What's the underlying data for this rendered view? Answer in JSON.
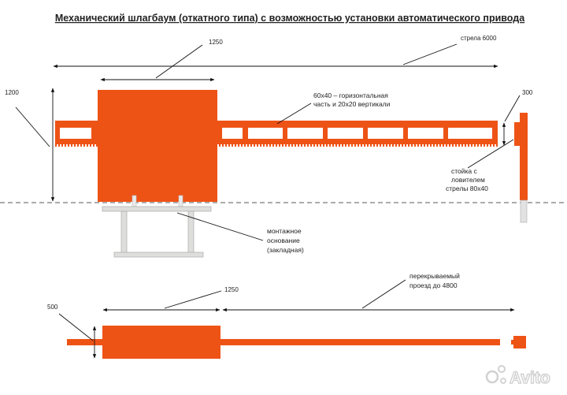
{
  "title": "Механический шлагбаум (откатного типа) с возможностью установки автоматического привода",
  "dimensions": {
    "top_box_width": "1250",
    "boom_length": "стрела 6000",
    "height": "1200",
    "post_width": "300",
    "bottom_box_width": "1250",
    "bottom_height": "500"
  },
  "notes": {
    "profile": [
      "60х40 – горизонтальная",
      "часть  и 20х20 вертикали"
    ],
    "post": [
      "стойка с",
      "ловителем",
      "стрелы 80х40"
    ],
    "base": [
      "монтажное",
      "основание",
      "(закладная)"
    ],
    "passage": [
      "перекрываемый",
      "проезд до 4800"
    ]
  },
  "watermark": "Avito",
  "colors": {
    "body": "#ee5316",
    "frame": "#cfd0cf",
    "lines": "#111111"
  }
}
